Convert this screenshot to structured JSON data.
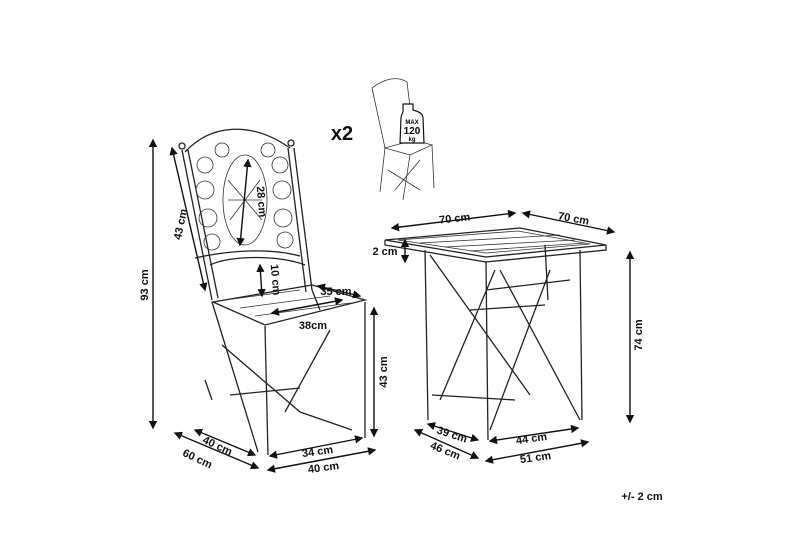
{
  "chair": {
    "height_total": "93 cm",
    "back_height": "43 cm",
    "back_panel": "28 cm",
    "back_gap": "10 cm",
    "seat_depth": "35 cm",
    "seat_width": "38cm",
    "seat_height": "43 cm",
    "base_depth_inner": "40 cm",
    "base_depth_outer": "60 cm",
    "base_width_inner": "34 cm",
    "base_width_outer": "40 cm"
  },
  "quantity": "x2",
  "max_load": {
    "line1": "MAX",
    "line2": "120",
    "line3": "kg"
  },
  "table": {
    "top_width": "70 cm",
    "top_depth": "70 cm",
    "top_thickness": "2 cm",
    "height": "74 cm",
    "base_depth_inner": "39 cm",
    "base_depth_outer": "46 cm",
    "base_width_inner": "44 cm",
    "base_width_outer": "51 cm"
  },
  "tolerance": "+/- 2 cm",
  "colors": {
    "line": "#222222",
    "background": "#ffffff"
  }
}
